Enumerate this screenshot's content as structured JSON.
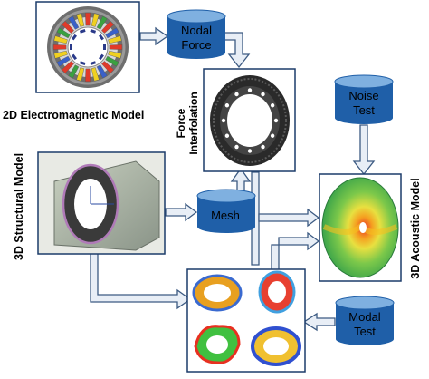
{
  "nodes": {
    "em_model": {
      "label": "2D Electromagnetic  Model"
    },
    "structural": {
      "label": "3D Structural  Model"
    },
    "acoustic": {
      "label": "3D Acoustic Model"
    },
    "force_interp": {
      "label_line1": "Force",
      "label_line2": "Interfolation"
    },
    "nodal_force": {
      "line1": "Nodal",
      "line2": "Force"
    },
    "noise_test": {
      "line1": "Noise",
      "line2": "Test"
    },
    "mesh": {
      "line1": "Mesh"
    },
    "modal_test": {
      "line1": "Modal",
      "line2": "Test"
    }
  },
  "colors": {
    "cylinder_fill": "#1f5fa8",
    "cylinder_top": "#7fb0e0",
    "arrow_fill": "#e8eef6",
    "arrow_stroke": "#3c5a82"
  }
}
